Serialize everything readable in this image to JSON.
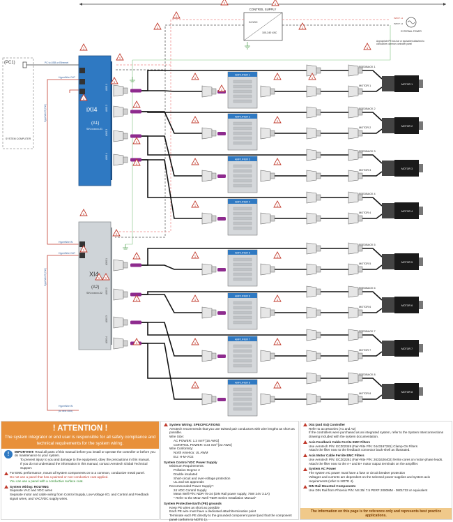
{
  "pc": {
    "id": "(PC1)",
    "link": "PC to USB or Ethernet",
    "label": "SYSTEM COMPUTER"
  },
  "hyperwire": {
    "out": "HyperWire OUT",
    "in": "HyperWire IN",
    "side": "HyperWire® (HW)",
    "to_next": "(to next XMx)"
  },
  "controllers": [
    {
      "name": "iXI4",
      "id": "(A1)",
      "sn": "S/N xxxxxx-01",
      "color": "#2f79c2"
    },
    {
      "name": "XI4",
      "id": "(A2)",
      "sn": "S/N xxxxxx-02",
      "color": "#cfd4d8"
    }
  ],
  "axis_labels": [
    "AXIS 1",
    "AXIS 2",
    "AXIS 3",
    "AXIS 4"
  ],
  "control_supply": {
    "title": "CONTROL SUPPLY",
    "vdc": "24 VDC",
    "vac": "100-240 VAC"
  },
  "mains": {
    "label": "EXTERNAL POWER",
    "l1": "INPUT L1",
    "l2": "INPUT L2"
  },
  "pe_note": "Appropriate PE bus bar or equivalent attached to conductive common controller panel",
  "amplifiers": [
    "AMPLIFIER 1",
    "AMPLIFIER 2",
    "AMPLIFIER 3",
    "AMPLIFIER 4",
    "AMPLIFIER 5",
    "AMPLIFIER 6",
    "AMPLIFIER 7",
    "AMPLIFIER 8"
  ],
  "motors": [
    "MOTOR 1",
    "MOTOR 2",
    "MOTOR 3",
    "MOTOR 4",
    "MOTOR 5",
    "MOTOR 6",
    "MOTOR 7",
    "MOTOR 8"
  ],
  "feedback": [
    "FEEDBACK 1",
    "FEEDBACK 2",
    "FEEDBACK 3",
    "FEEDBACK 4",
    "FEEDBACK 5",
    "FEEDBACK 6",
    "FEEDBACK 7",
    "FEEDBACK 8"
  ],
  "callout_num": "1",
  "attention": {
    "title": "! ATTENTION !",
    "sub": "The system integrator or end user is responsible for all safety compliance and technical requirements for the system wiring.",
    "important_label": "IMPORTANT:",
    "important": "Read all parts of this manual before you install or operate the controller or before you do maintenance to your system.",
    "important_b1": "To prevent injury to you and damage to the equipment, obey the precautions in this manual.",
    "important_b2": "If you do not understand the information in this manual, contact Aerotech Global Technical Support.",
    "emc": "For EMC performance, mount all system components on to a common, conductive metal panel.",
    "emc_b1": "Do not use a panel that has a painted or non-conductive coat applied.",
    "emc_b2": "You can use a panel with a conductive surface coat.",
    "routing_title": "System Wiring: ROUTING",
    "routing_b1": "Separate VAC and VDC wires",
    "routing_b2": "Separate motor and cable wiring from Control Supply, Low-Voltage I/O, and Control and Feedback signal wires, and VAC/VDC supply wires."
  },
  "specs": {
    "title": "System Wiring: SPECIFICATIONS",
    "b1": "Aerotech recommends that you use twisted pair conductors with wire lengths as short as possible.",
    "b2": "Wire Size:",
    "b2a": "AC POWER: 1.3 mm² [16 AWG]",
    "b2b": "CONTROL POWER: 0.34 mm² [22 AWG]",
    "b3": "Wire Conformity:",
    "b3a": "North America: UL AWM",
    "b3b": "EU: H-M-VCE",
    "vdc_title": "System Control VDC Power Supply",
    "vdc_b1": "Minimum Requirements:",
    "vdc_b1a": "Pollution Degree 2",
    "vdc_b1b": "Double insulated",
    "vdc_b1c": "Short-circuit and over-voltage protection",
    "vdc_b1d": "UL and CE approvals",
    "vdc_b2": "Recommended Power Supply*:",
    "vdc_b2a": "24 VDC Control Supply",
    "vdc_b2b": "Mean Well P/N: NDR-75-24 (DIN Rail power supply, 75W 24V 3.2A)",
    "vdc_b2c": "* Refer to the Mean Well \"NDR Series Installation Manual\"",
    "pe_title": "System Protective Earth (PE) grounds",
    "pe_b1": "Keep PE wires as short as possible",
    "pe_b2": "Each PE wire must have a dedicated attach/termination point",
    "pe_b3": "Terminate each PE directly to the grounded component panel (and that the component panel conform to NOTE 1)."
  },
  "right_notes": {
    "ctl_title": "iXI4 (and XI4) Controller",
    "ctl_b1": "Refer to accessories (A1 and A2)",
    "ctl_b2": "If the controllers were purchased as an integrated system, refer to the System Interconnections drawing included with the system documentation.",
    "fb_title": "Axis Feedback Cable Ferrite EMC Filters",
    "fb_b1": "Use Aerotech P/N: ECZ02349 (Fair-Rite P/N: 0443167281) Clamp-On Filters",
    "fb_b2": "Attach the filter near to the feedback connector back-shell as illustrated.",
    "mc_title": "Axis Motor Cable Ferrite EMC Filters",
    "mc_b1": "Use Aerotech P/N: ECZ02261 (Fair-Rite P/N: 2631626402) ferrite cores on motor-phase leads.",
    "mc_b2": "Attach the filter near to the A+ and B+ motor output terminals on the amplifier.",
    "ac_title": "System AC Power",
    "ac_b1": "The system AC power must have a fuse or circuit breaker protection",
    "ac_b2": "Voltages and currents are dependent on the selected power supplies and system axis requirements (refer to NOTE 4).",
    "din_title": "DIN Rail Mounted Components",
    "din_b1": "Use DIN Rail from Phoenix P/N: NS 35/ 7.5 PERF 2000MM - 0801733 or equivalent",
    "footer": "The information on this page is for reference only and represents best practice applications."
  }
}
